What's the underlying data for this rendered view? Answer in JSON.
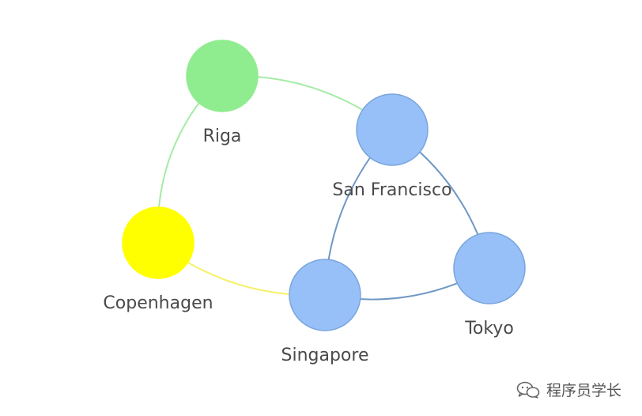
{
  "graph": {
    "nodes": [
      {
        "id": "riga",
        "label": "Riga",
        "color": "#8fec8f",
        "stroke": "#8fec8f"
      },
      {
        "id": "san-francisco",
        "label": "San Francisco",
        "color": "#97bff8",
        "stroke": "#7aa5dc"
      },
      {
        "id": "copenhagen",
        "label": "Copenhagen",
        "color": "#ffff00",
        "stroke": "#ffff00"
      },
      {
        "id": "singapore",
        "label": "Singapore",
        "color": "#97bff8",
        "stroke": "#7aa5dc"
      },
      {
        "id": "tokyo",
        "label": "Tokyo",
        "color": "#97bff8",
        "stroke": "#7aa5dc"
      }
    ],
    "edges": [
      {
        "from": "riga",
        "to": "san-francisco",
        "color": "#a6eba6"
      },
      {
        "from": "riga",
        "to": "copenhagen",
        "color": "#a6eba6"
      },
      {
        "from": "copenhagen",
        "to": "singapore",
        "color": "#f5f066"
      },
      {
        "from": "san-francisco",
        "to": "singapore",
        "color": "#6f98c4"
      },
      {
        "from": "san-francisco",
        "to": "tokyo",
        "color": "#6f98c4"
      },
      {
        "from": "singapore",
        "to": "tokyo",
        "color": "#6f98c4"
      }
    ]
  },
  "watermark": {
    "text": "程序员学长",
    "icon": "wechat-icon"
  }
}
